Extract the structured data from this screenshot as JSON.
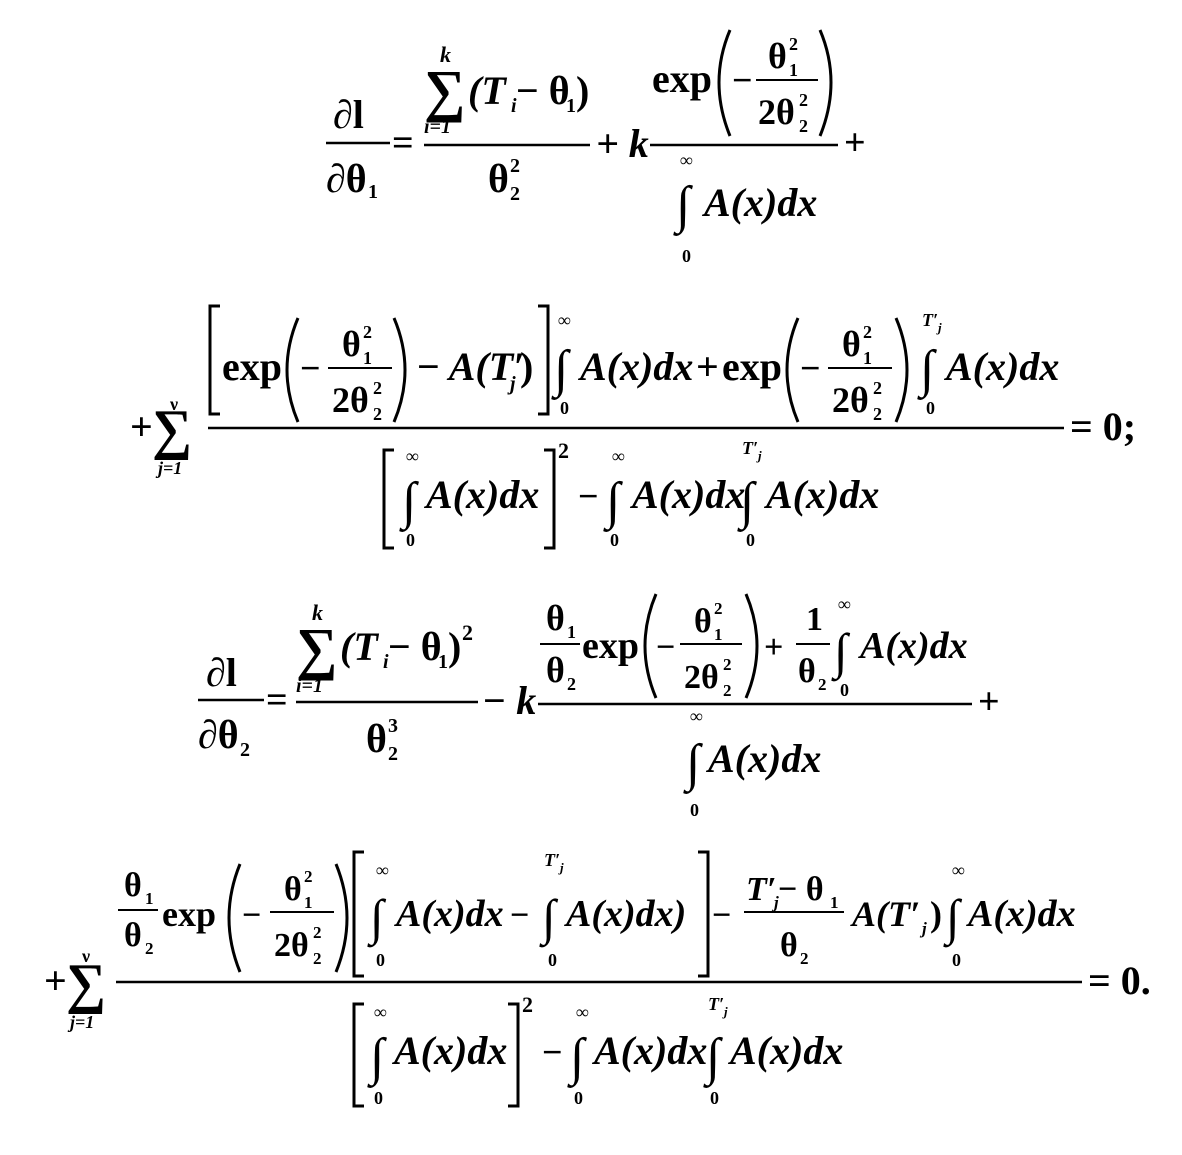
{
  "equations": [
    {
      "lhs": {
        "num": "∂l",
        "den": "∂θ",
        "den_sub": "1"
      },
      "sum": {
        "upper": "k",
        "lower": "i=1",
        "term": "(T",
        "term_sub": "i",
        "term_rest": " − θ",
        "term_sub2": "1",
        "term_close": ")"
      },
      "first_den": {
        "base": "θ",
        "sub": "2",
        "sup": "2"
      },
      "coef": "+ k",
      "frac_num": {
        "exp": "exp",
        "minus": "−",
        "top": "θ",
        "top_sub": "1",
        "top_sup": "2",
        "bottom": "2θ",
        "bottom_sub": "2",
        "bottom_sup": "2"
      },
      "frac_den": {
        "upper": "∞",
        "lower": "0",
        "integrand": "A(x)dx"
      },
      "trail": "+"
    },
    {
      "lead": "+",
      "sum_upper": "ν",
      "sum_lower": "j=1",
      "num_parts": {
        "exp": "exp",
        "minus": "−",
        "theta": "θ",
        "theta_sub": "1",
        "theta_sup": "2",
        "two_theta": "2θ",
        "two_sub": "2",
        "two_sup": "2",
        "minus_A": "− A(T′",
        "j": "j",
        "close": ")",
        "int_upper": "∞",
        "int_lower": "0",
        "integrand": "A(x)dx",
        "plus": "+",
        "int2_upper": "T′",
        "int2_upper_sub": "j",
        "int2_lower": "0"
      },
      "den_parts": {
        "int_upper": "∞",
        "int_lower": "0",
        "integrand": "A(x)dx",
        "sq": "2",
        "minus": "−",
        "int2_upper": "∞",
        "int2_lower": "0",
        "int3_upper": "T′",
        "int3_upper_sub": "j",
        "int3_lower": "0"
      },
      "rhs": "= 0;"
    },
    {
      "lhs": {
        "num": "∂l",
        "den": "∂θ",
        "den_sub": "2"
      },
      "sum": {
        "upper": "k",
        "lower": "i=1",
        "term": "(T",
        "term_sub": "i",
        "term_rest": " − θ",
        "term_sub2": "1",
        "term_close": ")",
        "term_sup": "2"
      },
      "first_den": {
        "base": "θ",
        "sub": "2",
        "sup": "3"
      },
      "coef": "− k",
      "frac_num": {
        "t1": "θ",
        "t1_sub": "1",
        "t2": "θ",
        "t2_sub": "2",
        "exp": "exp",
        "minus": "−",
        "top": "θ",
        "top_sub": "1",
        "top_sup": "2",
        "bottom": "2θ",
        "bottom_sub": "2",
        "bottom_sup": "2",
        "plus": "+",
        "one": "1",
        "t3": "θ",
        "t3_sub": "2",
        "int_upper": "∞",
        "int_lower": "0",
        "integrand": "A(x)dx"
      },
      "frac_den": {
        "upper": "∞",
        "lower": "0",
        "integrand": "A(x)dx"
      },
      "trail": "+"
    },
    {
      "lead": "+",
      "sum_upper": "ν",
      "sum_lower": "j=1",
      "num_parts": {
        "t1": "θ",
        "t1_sub": "1",
        "t2": "θ",
        "t2_sub": "2",
        "exp": "exp",
        "minus": "−",
        "theta": "θ",
        "theta_sub": "1",
        "theta_sup": "2",
        "two_theta": "2θ",
        "two_sub": "2",
        "two_sup": "2",
        "int_upper": "∞",
        "int_lower": "0",
        "integrand": "A(x)dx",
        "minus2": "−",
        "int2_upper": "T′",
        "int2_upper_sub": "j",
        "int2_lower": "0",
        "integrand2": "A(x)dx)",
        "minus3": "−",
        "frac_top": "T′",
        "frac_top_sub": "j",
        "frac_top_rest": " − θ",
        "frac_top_sub2": "1",
        "frac_bot": "θ",
        "frac_bot_sub": "2",
        "A_T": "A(T′",
        "A_T_sub": "j",
        "A_T_close": ")",
        "int3_upper": "∞",
        "int3_lower": "0",
        "integrand3": "A(x)dx"
      },
      "den_parts": {
        "int_upper": "∞",
        "int_lower": "0",
        "integrand": "A(x)dx",
        "sq": "2",
        "minus": "−",
        "int2_upper": "∞",
        "int2_lower": "0",
        "int3_upper": "T′",
        "int3_upper_sub": "j",
        "int3_lower": "0"
      },
      "rhs": "= 0."
    }
  ]
}
